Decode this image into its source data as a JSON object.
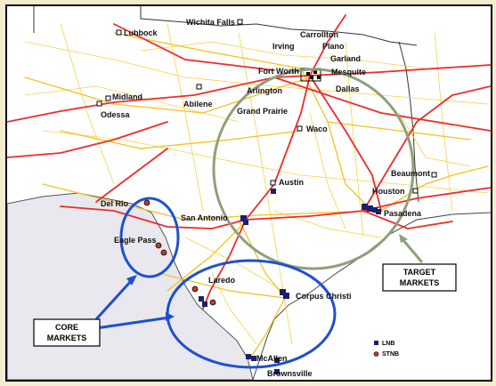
{
  "map": {
    "cities": {
      "wichita_falls": "Wichita Falls",
      "lubbock": "Lubbock",
      "carrollton": "Carrollton",
      "irving": "Irving",
      "plano": "Plano",
      "garland": "Garland",
      "fort_worth": "Fort Worth",
      "mesquite": "Mesquite",
      "arlington": "Arlington",
      "dallas": "Dallas",
      "grand_prairie": "Grand Prairie",
      "midland": "Midland",
      "odessa": "Odessa",
      "abilene": "Abilene",
      "waco": "Waco",
      "austin": "Austin",
      "beaumont": "Beaumont",
      "houston": "Houston",
      "pasadena": "Pasadena",
      "del_rio": "Del Rio",
      "san_antonio": "San Antonio",
      "eagle_pass": "Eagle Pass",
      "laredo": "Laredo",
      "corpus_christi": "Corpus Christi",
      "mcallen": "McAllen",
      "brownsville": "Brownsville"
    },
    "callouts": {
      "target_line1": "TARGET",
      "target_line2": "MARKETS",
      "core_line1": "CORE",
      "core_line2": "MARKETS"
    },
    "legend": {
      "lnb": "LNB",
      "stnb": "STNB"
    },
    "colors": {
      "target_circle": "#8fa07a",
      "core_circle": "#1f4fd1",
      "lnb_marker": "#1a1f6e",
      "stnb_marker": "#c0392b",
      "interstate": "#ee2b2b",
      "highway": "#f2c21b",
      "mexico": "#e8e8ee"
    }
  }
}
